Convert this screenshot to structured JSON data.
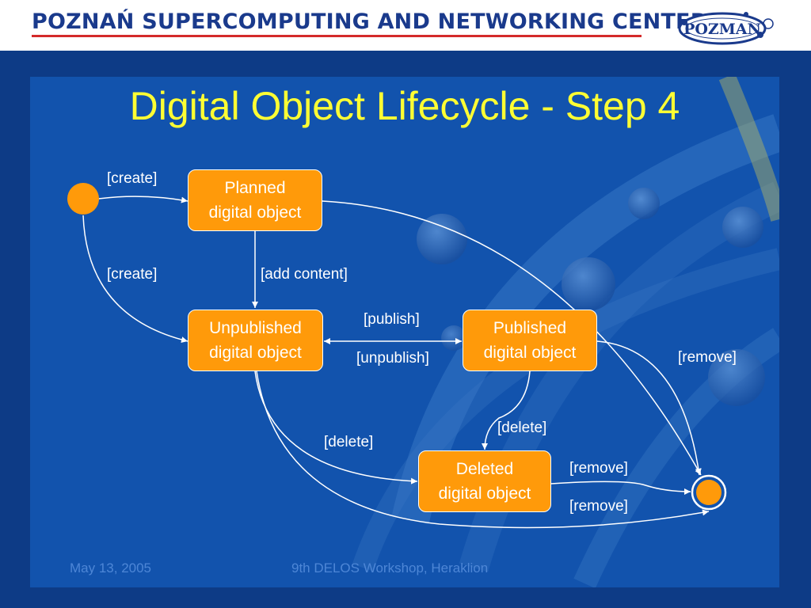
{
  "header": {
    "org_title": "POZNAŃ SUPERCOMPUTING AND NETWORKING CENTER",
    "logo_text": "POZMAN"
  },
  "slide": {
    "title": "Digital Object Lifecycle - Step 4"
  },
  "states": {
    "planned": {
      "line1": "Planned",
      "line2": "digital object"
    },
    "unpublished": {
      "line1": "Unpublished",
      "line2": "digital object"
    },
    "published": {
      "line1": "Published",
      "line2": "digital object"
    },
    "deleted": {
      "line1": "Deleted",
      "line2": "digital object"
    }
  },
  "transitions": {
    "create_top": "[create]",
    "create_left": "[create]",
    "add_content": "[add content]",
    "publish": "[publish]",
    "unpublish": "[unpublish]",
    "remove_published": "[remove]",
    "delete_published": "[delete]",
    "delete_unpublished": "[delete]",
    "remove_deleted": "[remove]",
    "remove_bottom": "[remove]"
  },
  "footer": {
    "date": "May 13, 2005",
    "event": "9th DELOS Workshop, Heraklion"
  },
  "colors": {
    "state_fill": "#ff9a0a",
    "title": "#ffff33",
    "background": "#1253ad",
    "header_text": "#1a3a8c",
    "accent_line": "#d42a2a"
  }
}
